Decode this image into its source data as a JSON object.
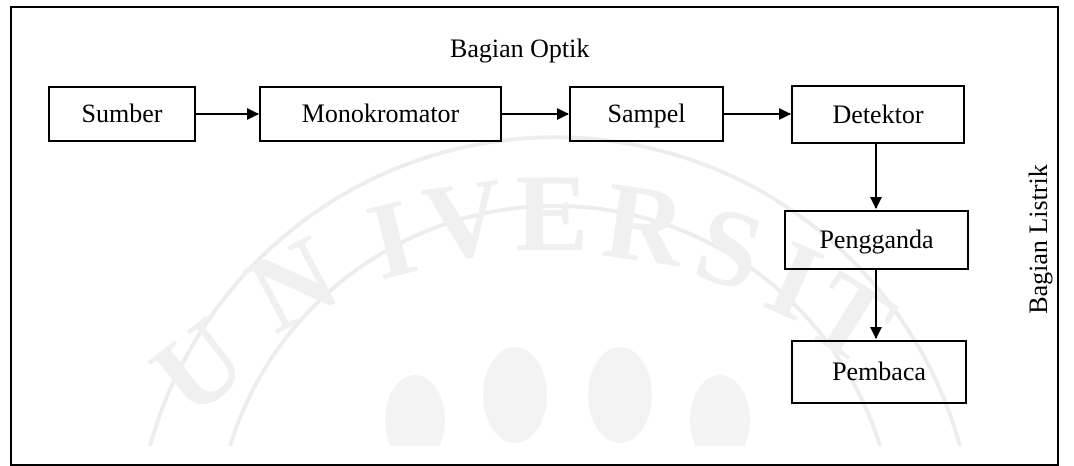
{
  "diagram": {
    "top_label": "Bagian Optik",
    "side_label": "Bagian Listrik",
    "nodes": {
      "sumber": "Sumber",
      "monokromator": "Monokromator",
      "sampel": "Sampel",
      "detektor": "Detektor",
      "pengganda": "Pengganda",
      "pembaca": "Pembaca"
    },
    "edges": [
      {
        "from": "Sumber",
        "to": "Monokromator"
      },
      {
        "from": "Monokromator",
        "to": "Sampel"
      },
      {
        "from": "Sampel",
        "to": "Detektor"
      },
      {
        "from": "Detektor",
        "to": "Pengganda"
      },
      {
        "from": "Pengganda",
        "to": "Pembaca"
      }
    ]
  },
  "watermark": {
    "color": "#e6e6e6"
  }
}
